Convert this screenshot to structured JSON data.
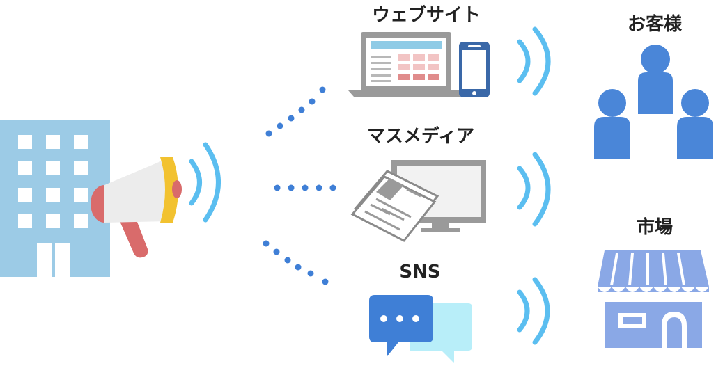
{
  "labels": {
    "website": "ウェブサイト",
    "mass_media": "マスメディア",
    "sns": "SNS",
    "customers": "お客様",
    "market": "市場"
  },
  "colors": {
    "building": "#9ccbe6",
    "dots": "#3f7fd6",
    "waves": "#5bbef0",
    "people": "#4a86d8",
    "store": "#8aa8e6",
    "megaphone_body": "#e8e8e8",
    "megaphone_red": "#d96b6b",
    "megaphone_yellow": "#f2c230"
  }
}
